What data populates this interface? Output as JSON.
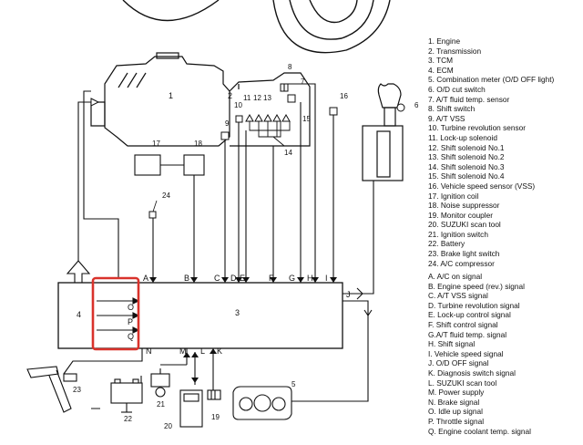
{
  "components": [
    "1. Engine",
    "2. Transmission",
    "3. TCM",
    "4. ECM",
    "5. Combination meter (O/D OFF light)",
    "6. O/D cut switch",
    "7. A/T fluid temp. sensor",
    "8. Shift switch",
    "9. A/T VSS",
    "10. Turbine revolution sensor",
    "11. Lock-up solenoid",
    "12. Shift solenoid No.1",
    "13. Shift solenoid No.2",
    "14. Shift solenoid No.3",
    "15. Shift solenoid No.4",
    "16. Vehicle speed sensor (VSS)",
    "17. Ignition coil",
    "18. Noise suppressor",
    "19. Monitor coupler",
    "20. SUZUKI scan tool",
    "21. Ignition switch",
    "22. Battery",
    "23. Brake light switch",
    "24. A/C compressor"
  ],
  "signals": [
    "A. A/C on signal",
    "B. Engine speed (rev.) signal",
    "C. A/T VSS signal",
    "D. Turbine revolution signal",
    "E. Lock-up control signal",
    "F. Shift control signal",
    "G.A/T fluid temp. signal",
    "H. Shift signal",
    "I.  Vehicle speed signal",
    "J. O/D OFF signal",
    "K. Diagnosis switch signal",
    "L. SUZUKI scan tool",
    "M. Power supply",
    "N. Brake signal",
    "O. Idle up signal",
    "P. Throttle signal",
    "Q. Engine coolant temp. signal"
  ],
  "diagram": {
    "tcm_label": "3",
    "ecm_label": "4",
    "highlight_color": "#d9322b",
    "ecm_outputs": [
      "O",
      "P",
      "Q"
    ],
    "bus_letters": {
      "A": "A",
      "B": "B",
      "C": "C",
      "D": "D",
      "E": "E",
      "F": "F",
      "G": "G",
      "H": "H",
      "I": "I",
      "J": "J",
      "K": "K",
      "L": "L",
      "M": "M",
      "N": "N"
    },
    "part_numbers": {
      "p1": "1",
      "p2": "2",
      "p5": "5",
      "p6": "6",
      "p7": "7",
      "p8": "8",
      "p9": "9",
      "p10": "10",
      "p11": "11",
      "p12": "12",
      "p13": "13",
      "p14": "14",
      "p15": "15",
      "p16": "16",
      "p17": "17",
      "p18": "18",
      "p19": "19",
      "p20": "20",
      "p21": "21",
      "p22": "22",
      "p23": "23",
      "p24": "24"
    }
  }
}
